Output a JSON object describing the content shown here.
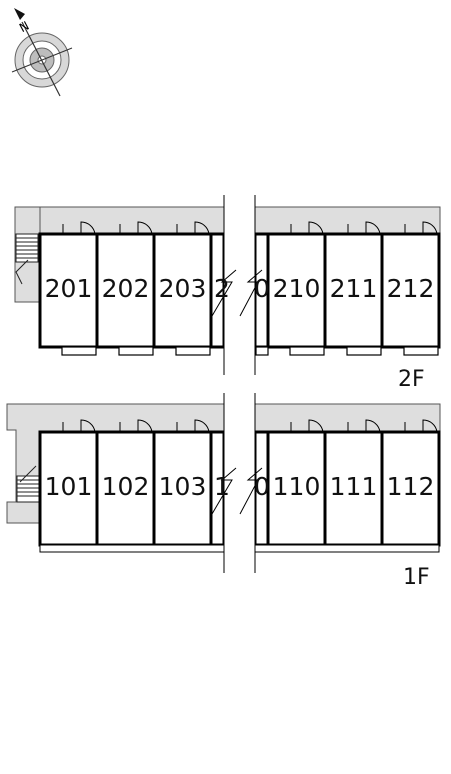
{
  "compass": {
    "north_label": "N",
    "icon": "compass-rose-icon"
  },
  "floors": [
    {
      "label": "2F",
      "units": [
        "201",
        "202",
        "203",
        "2",
        "0",
        "210",
        "211",
        "212"
      ]
    },
    {
      "label": "1F",
      "units": [
        "101",
        "102",
        "103",
        "1",
        "0",
        "110",
        "111",
        "112"
      ]
    }
  ],
  "colors": {
    "corridor": "#dedede",
    "wall": "#000000",
    "background": "#ffffff"
  }
}
